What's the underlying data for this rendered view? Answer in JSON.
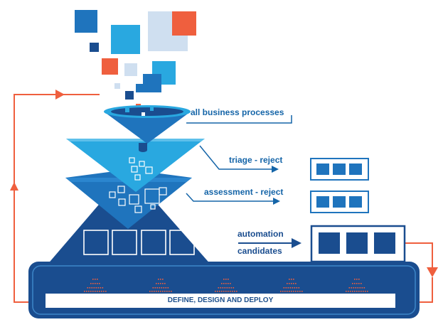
{
  "labels": {
    "all_business_processes": "all business processes",
    "triage_reject": "triage - reject",
    "assessment_reject": "assessment - reject",
    "automation": "automation",
    "candidates": "candidates",
    "define_design_deploy": "DEFINE, DESIGN AND DEPLOY"
  },
  "colors": {
    "dark_blue": "#1a4d8f",
    "mid_blue": "#1f74bd",
    "light_blue": "#29a8e0",
    "pale_blue": "#cfdff0",
    "orange": "#ef5f3e",
    "text_blue": "#1565a8"
  }
}
